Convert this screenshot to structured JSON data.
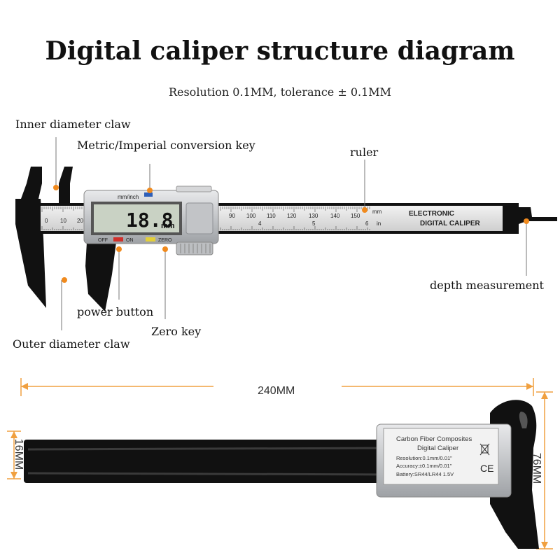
{
  "title": "Digital caliper structure diagram",
  "subtitle": "Resolution 0.1MM, tolerance ± 0.1MM",
  "callouts": {
    "inner_claw": "Inner diameter claw",
    "conversion_key": "Metric/Imperial conversion key",
    "ruler": "ruler",
    "depth": "depth measurement",
    "power": "power button",
    "zero": "Zero key",
    "outer_claw": "Outer diameter claw"
  },
  "caliper": {
    "display_value": "18.8",
    "display_unit": "mm",
    "mm_inch_label": "mm/inch",
    "off_label": "OFF",
    "on_label": "ON",
    "zero_label": "ZERO",
    "brand_line1": "ELECTRONIC",
    "brand_line2": "DIGITAL CALIPER",
    "unit_mm": "mm",
    "unit_in": "in",
    "scale_top": [
      "0",
      "10",
      "20",
      "90",
      "100",
      "110",
      "120",
      "130",
      "140",
      "150"
    ],
    "scale_bottom": [
      "4",
      "5",
      "6"
    ]
  },
  "dimensions": {
    "length": "240MM",
    "width": "16MM",
    "height": "76MM"
  },
  "label_panel": {
    "line1": "Carbon Fiber Composites",
    "line2": "Digital Caliper",
    "line3": "Resolution:0.1mm/0.01\"",
    "line4": "Accuracy:±0.1mm/0.01\"",
    "line5": "Battery:SR44/LR44 1.5V",
    "ce_mark": "CE"
  },
  "colors": {
    "accent_dot": "#f08a1e",
    "leader": "#777777",
    "dim_line": "#f0a040",
    "body_black": "#111111",
    "silver": "#cfd0d2",
    "lcd": "#c9d2c4"
  }
}
